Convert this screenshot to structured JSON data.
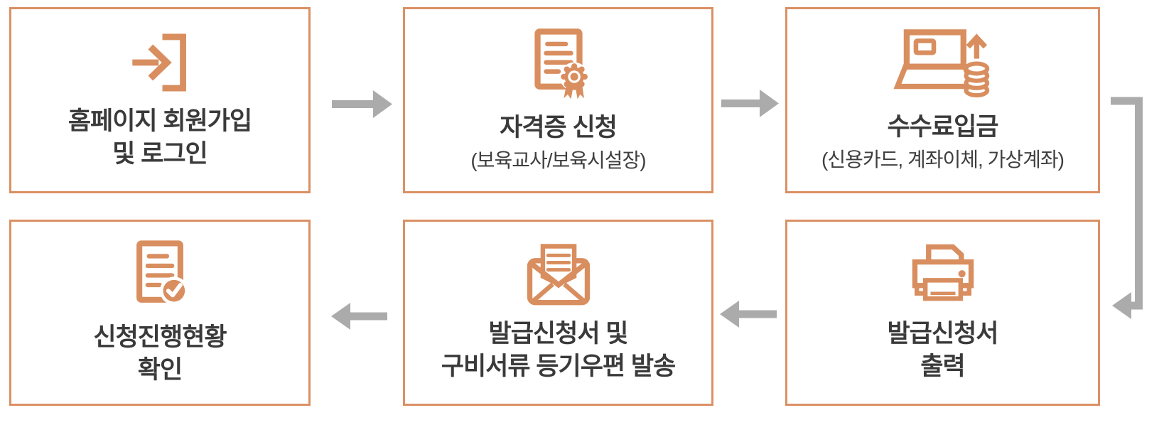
{
  "colors": {
    "accent_orange": "#D98E5F",
    "box_border_orange": "#DB9064",
    "arrow_gray": "#ABABAB",
    "text_dark": "#3A3A3A",
    "background": "#FFFFFF"
  },
  "steps": [
    {
      "order": 1,
      "icon": "login-icon",
      "lines": [
        "홈페이지 회원가입",
        "및 로그인"
      ]
    },
    {
      "order": 2,
      "icon": "certificate-icon",
      "lines": [
        "자격증 신청"
      ],
      "subtitle": "(보육교사/보육시설장)"
    },
    {
      "order": 3,
      "icon": "laptop-payment-icon",
      "lines": [
        "수수료입금"
      ],
      "subtitle": "(신용카드, 계좌이체, 가상계좌)"
    },
    {
      "order": 4,
      "icon": "printer-icon",
      "lines": [
        "발급신청서",
        "출력"
      ]
    },
    {
      "order": 5,
      "icon": "mail-icon",
      "lines": [
        "발급신청서 및",
        "구비서류 등기우편 발송"
      ]
    },
    {
      "order": 6,
      "icon": "document-check-icon",
      "lines": [
        "신청진행현황",
        "확인"
      ]
    }
  ],
  "arrows": [
    {
      "from": 1,
      "to": 2,
      "shape": "straight-right"
    },
    {
      "from": 2,
      "to": 3,
      "shape": "straight-right"
    },
    {
      "from": 3,
      "to": 4,
      "shape": "elbow-right-down-left"
    },
    {
      "from": 4,
      "to": 5,
      "shape": "straight-left"
    },
    {
      "from": 5,
      "to": 6,
      "shape": "straight-left"
    }
  ]
}
